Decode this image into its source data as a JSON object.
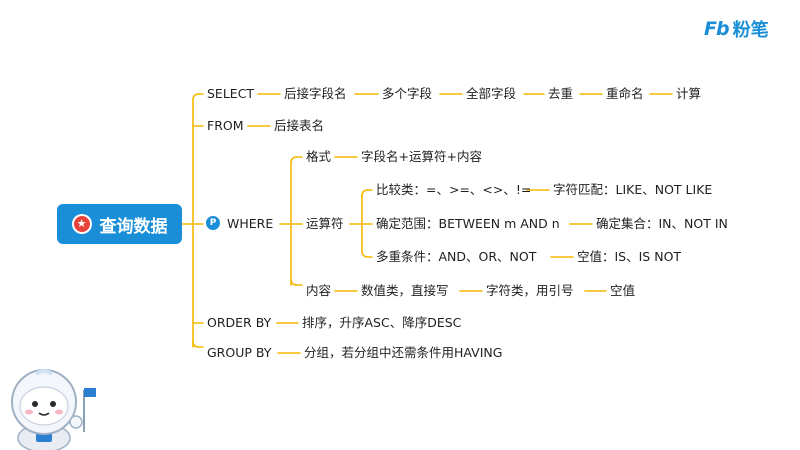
{
  "logo": {
    "mark": "Fb",
    "text": "粉笔"
  },
  "root": {
    "label": "查询数据",
    "icon": "star-badge-icon"
  },
  "branches": {
    "select": {
      "label": "SELECT",
      "items": [
        "后接字段名",
        "多个字段",
        "全部字段",
        "去重",
        "重命名",
        "计算"
      ]
    },
    "from": {
      "label": "FROM",
      "items": [
        "后接表名"
      ]
    },
    "where": {
      "label": "WHERE",
      "icon": "flag-marker-icon",
      "format": {
        "label": "格式",
        "item": "字段名+运算符+内容"
      },
      "operators": {
        "label": "运算符",
        "rows": [
          [
            "比较类：=、>=、<>、!=",
            "字符匹配：LIKE、NOT LIKE"
          ],
          [
            "确定范围：BETWEEN m AND n",
            "确定集合：IN、NOT IN"
          ],
          [
            "多重条件：AND、OR、NOT",
            "空值：IS、IS NOT"
          ]
        ]
      },
      "content": {
        "label": "内容",
        "items": [
          "数值类，直接写",
          "字符类，用引号",
          "空值"
        ]
      }
    },
    "order_by": {
      "label": "ORDER BY",
      "items": [
        "排序，升序ASC、降序DESC"
      ]
    },
    "group_by": {
      "label": "GROUP BY",
      "items": [
        "分组，若分组中还需条件用HAVING"
      ]
    }
  },
  "colors": {
    "line": "#f5b800",
    "root_bg": "#1a8fd8",
    "logo": "#1a8fd8"
  }
}
